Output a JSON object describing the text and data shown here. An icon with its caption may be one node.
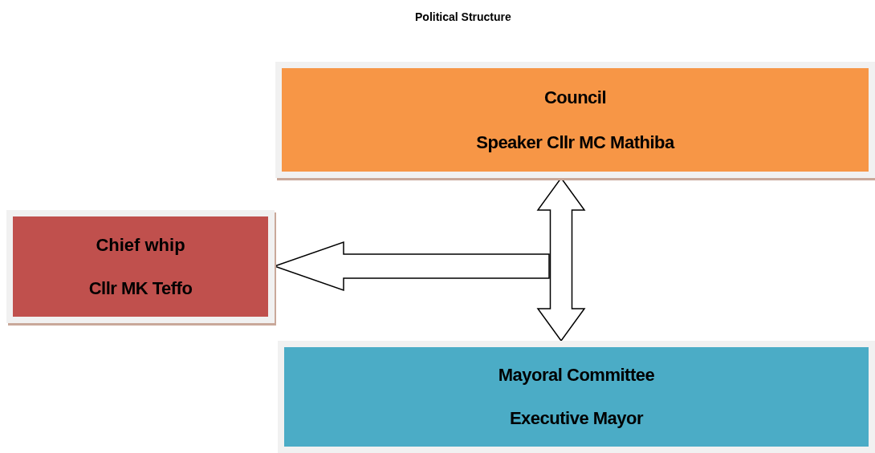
{
  "diagram": {
    "title": "Political Structure",
    "nodes": [
      {
        "text": [
          "Council",
          "Speaker Cllr MC Mathiba"
        ]
      },
      {
        "text": [
          "Chief whip",
          "Cllr MK Teffo"
        ]
      },
      {
        "text": [
          "Mayoral Committee",
          "Executive Mayor"
        ]
      }
    ],
    "edges": [
      {
        "from": 0,
        "to": 2,
        "arrow": "both"
      },
      {
        "from": null,
        "to": 1,
        "arrow": "to"
      }
    ]
  }
}
